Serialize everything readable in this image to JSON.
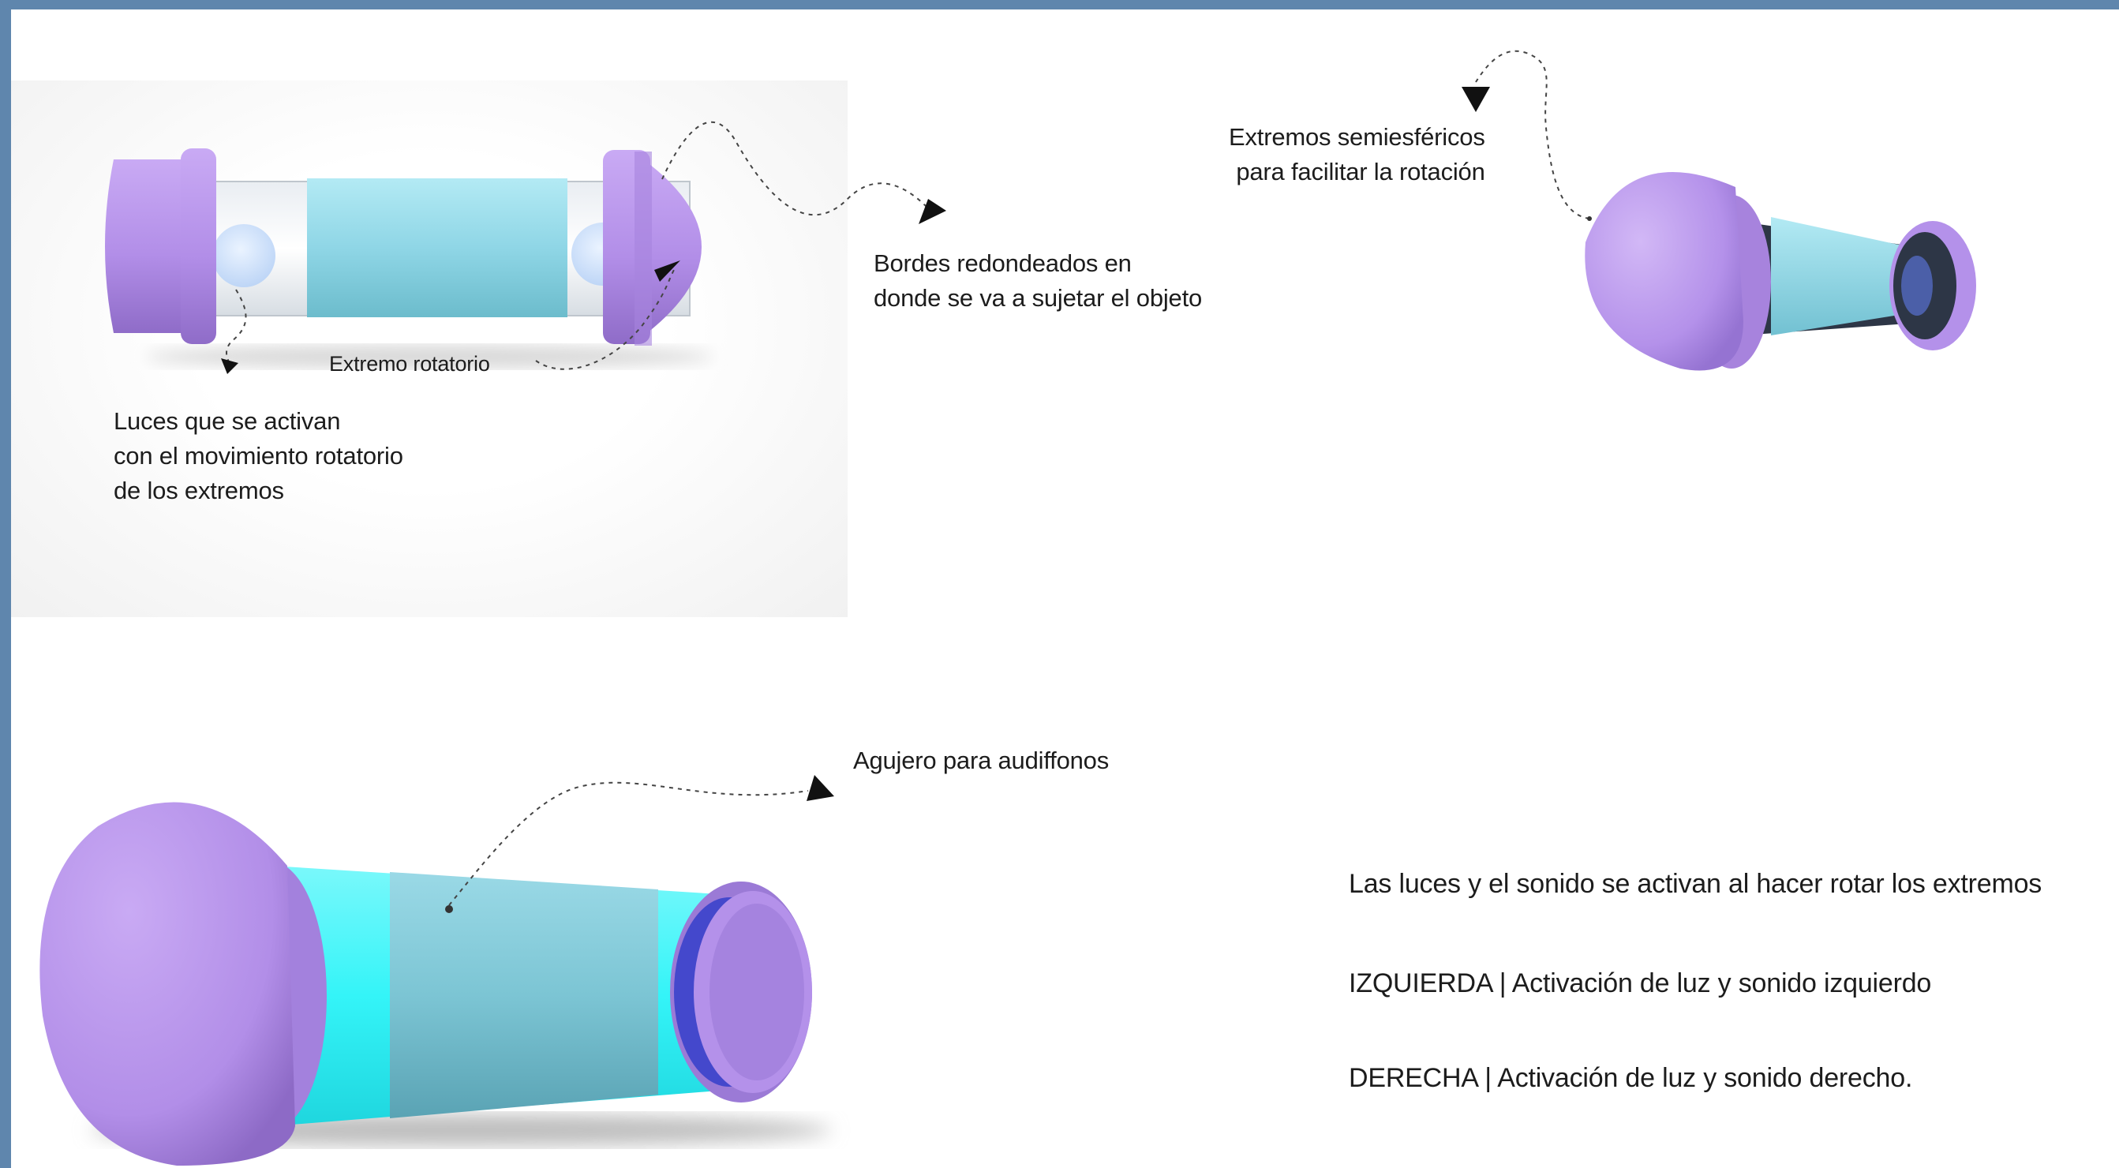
{
  "annotations": {
    "luces_extremos": "Luces que se activan\ncon el movimiento rotatorio\nde los extremos",
    "extremo_rotatorio": "Extremo rotatorio",
    "bordes_redondeados": "Bordes redondeados en\ndonde se va a sujetar el objeto",
    "extremos_semiesfericos": "Extremos semiesféricos\npara facilitar la rotación",
    "agujero_audifonos": "Agujero para audiffonos"
  },
  "description": {
    "intro": "Las luces y el sonido se activan al hacer rotar los extremos",
    "izquierda": "IZQUIERDA | Activación de luz y sonido  izquierdo",
    "derecha": "DERECHA | Activación de luz y sonido  derecho."
  },
  "colors": {
    "frame": "#5f86ad",
    "lilac_cap": "#b490ea",
    "teal_sleeve": "#8fd6e6",
    "cyan_glow": "#34f4f8",
    "dark_ring": "#2d3646"
  }
}
